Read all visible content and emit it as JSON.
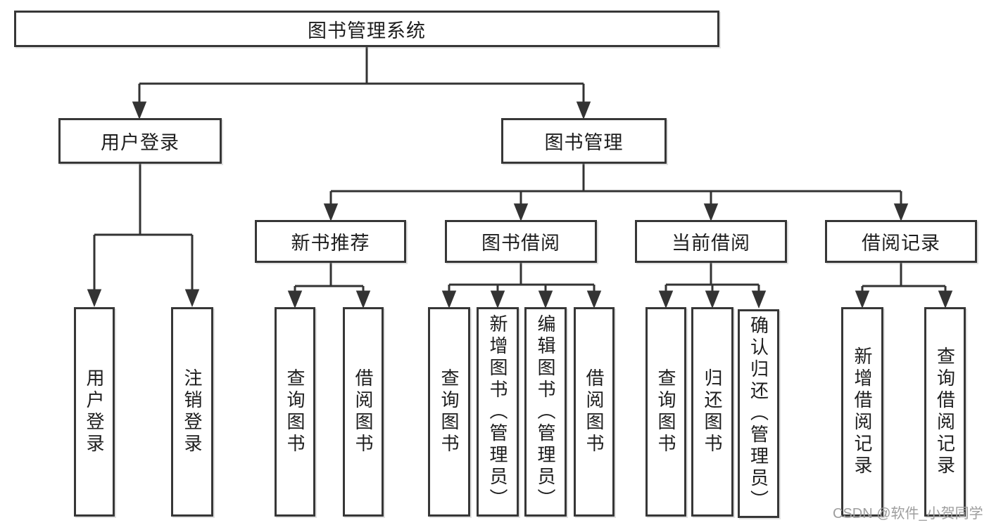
{
  "tree": {
    "root": "图书管理系统",
    "children": [
      {
        "label": "用户登录",
        "children": [
          {
            "label": "用户登录"
          },
          {
            "label": "注销登录"
          }
        ]
      },
      {
        "label": "图书管理",
        "children": [
          {
            "label": "新书推荐",
            "children": [
              {
                "label": "查询图书"
              },
              {
                "label": "借阅图书"
              }
            ]
          },
          {
            "label": "图书借阅",
            "children": [
              {
                "label": "查询图书"
              },
              {
                "label": "新增图书（管理员）"
              },
              {
                "label": "编辑图书（管理员）"
              },
              {
                "label": "借阅图书"
              }
            ]
          },
          {
            "label": "当前借阅",
            "children": [
              {
                "label": "查询图书"
              },
              {
                "label": "归还图书"
              },
              {
                "label": "确认归还（管理员）"
              }
            ]
          },
          {
            "label": "借阅记录",
            "children": [
              {
                "label": "新增借阅记录"
              },
              {
                "label": "查询借阅记录"
              }
            ]
          }
        ]
      }
    ]
  },
  "watermark": {
    "text": "CSDN @软件_小贺同学"
  },
  "colors": {
    "line": "#333333",
    "box_border": "#373737",
    "text": "#1d1d1d",
    "box_background": "#ffffff",
    "watermark": "#9e9e9e",
    "background": "#ffffff"
  }
}
